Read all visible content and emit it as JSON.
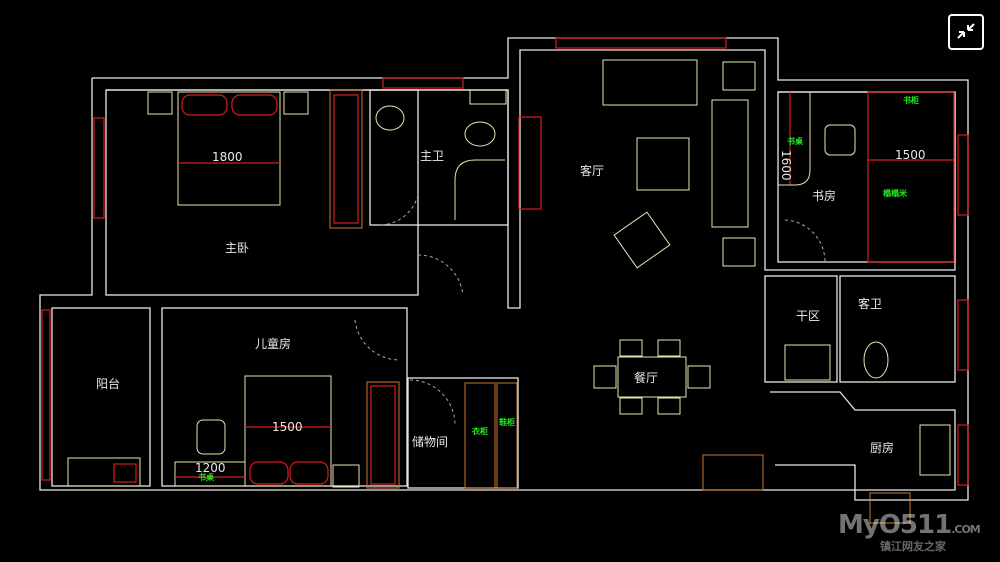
{
  "rooms": {
    "master_bedroom": "主卧",
    "master_bath": "主卫",
    "living": "客厅",
    "study": "书房",
    "dry_area": "干区",
    "guest_bath": "客卫",
    "balcony": "阳台",
    "kids_room": "儿童房",
    "storage": "储物间",
    "dining": "餐厅",
    "kitchen": "厨房"
  },
  "dimensions": {
    "master_bed": "1800",
    "study_tatami": "1500",
    "study_desk": "1600",
    "kids_bed": "1500",
    "kids_desk": "1200"
  },
  "labels": {
    "bookcase": "书柜",
    "study_desk": "书桌",
    "tatami": "榻榻米",
    "kids_desk": "书桌",
    "wardrobe": "衣柜",
    "shoe_cabinet": "鞋柜"
  },
  "watermark": {
    "brand": "MyO511",
    "domain": ".COM",
    "subtitle": "镇江网友之家"
  },
  "colors": {
    "wall": "#e8e8e8",
    "furniture": "#d81a1a",
    "label": "#22ee22"
  }
}
